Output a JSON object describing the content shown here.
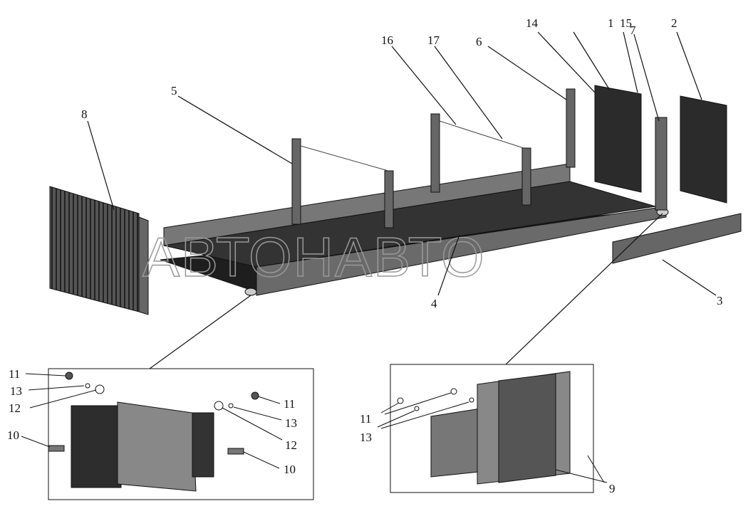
{
  "title": "Платформа грузовая — детали",
  "watermark": "АВТОНАВТО",
  "callouts": [
    "1",
    "2",
    "3",
    "4",
    "5",
    "6",
    "7",
    "8",
    "9",
    "10",
    "11",
    "12",
    "13",
    "14",
    "15",
    "16",
    "17"
  ],
  "detail_left_callouts": [
    "11",
    "13",
    "12",
    "10",
    "11",
    "13",
    "12",
    "10"
  ],
  "detail_right_callouts": [
    "11",
    "13",
    "9"
  ],
  "colors": {
    "part_fill": "#6e6e6e",
    "dark_fill": "#2a2a2a",
    "line": "#111111"
  }
}
